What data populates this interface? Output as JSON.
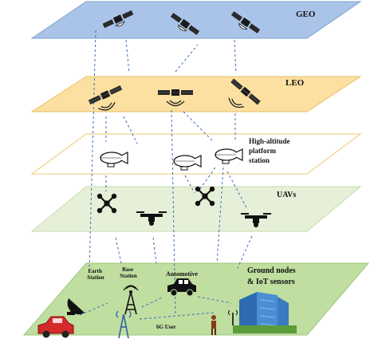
{
  "layers": {
    "geo": {
      "label": "GEO",
      "fill": "#a9c4e8",
      "stroke": "#7f9fcc"
    },
    "leo": {
      "label": "LEO",
      "fill": "#fbe0a1",
      "stroke": "#e6bf66"
    },
    "hap": {
      "label_lines": [
        "High-altitude",
        "platform",
        "station"
      ],
      "fill": "#ffffff",
      "stroke": "#f0d28a"
    },
    "uav": {
      "label": "UAVs",
      "fill": "#e6f0d8",
      "stroke": "#c6dbab"
    },
    "ground": {
      "label_lines": [
        "Ground nodes",
        "& IoT sensors"
      ],
      "fill": "#bfdea0",
      "stroke": "#9ec77a"
    }
  },
  "ground_labels": {
    "earth_station": [
      "Earth",
      "Station"
    ],
    "base_station": [
      "Base",
      "Station"
    ],
    "automotive": "Automotive",
    "user": "6G User"
  },
  "colors": {
    "link": "#3a6fb8",
    "satellite_body": "#1a1a1a",
    "panel": "#2a2a2a",
    "car": "#d42a2a",
    "building": "#3f7fc4"
  }
}
